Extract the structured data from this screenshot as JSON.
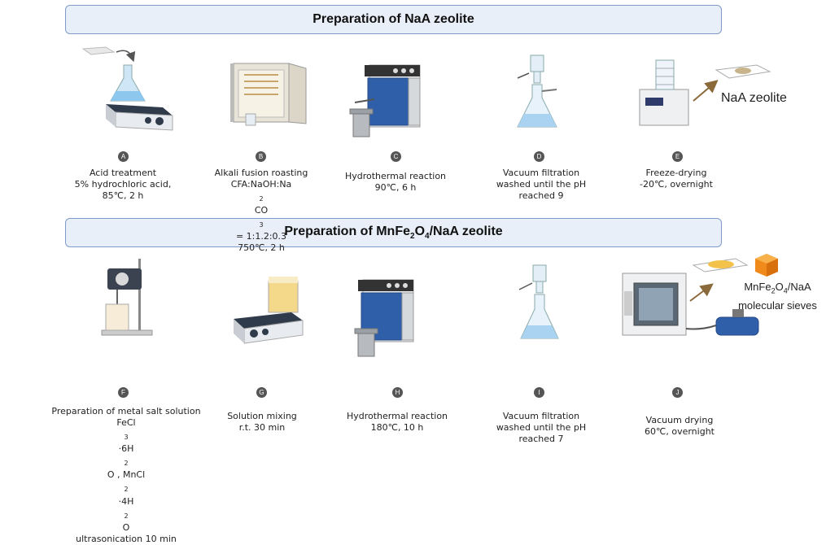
{
  "section1": {
    "title": "Preparation of NaA zeolite"
  },
  "section2": {
    "title_main": "Preparation of MnFe",
    "title_sub1": "2",
    "title_mid": "O",
    "title_sub2": "4",
    "title_end": "/NaA zeolite"
  },
  "steps": {
    "A": {
      "badge": "A",
      "line1": "Acid  treatment",
      "line2": "5% hydrochloric acid,",
      "line3": "85℃,  2 h"
    },
    "B": {
      "badge": "B",
      "line1": "Alkali fusion roasting",
      "line2a": "CFA:NaOH:Na",
      "line2sub": "2",
      "line2b": "CO",
      "line2sub2": "3",
      "line2c": " = 1:1.2:0.3",
      "line3": "750℃, 2 h"
    },
    "C": {
      "badge": "C",
      "line1": "Hydrothermal reaction",
      "line2": "90℃, 6 h"
    },
    "D": {
      "badge": "D",
      "line1": "Vacuum filtration",
      "line2": "washed until the pH",
      "line3": "reached 9"
    },
    "E": {
      "badge": "E",
      "line1": "Freeze-drying",
      "line2": "-20℃, overnight"
    },
    "F": {
      "badge": "F",
      "line1": "Preparation  of metal salt solution",
      "line2a": "FeCl",
      "line2s1": "3",
      "line2b": "·6H",
      "line2s2": "2",
      "line2c": "O , MnCl",
      "line2s3": "2",
      "line2d": "·4H",
      "line2s4": "2",
      "line2e": "O",
      "line3": "ultrasonication 10 min"
    },
    "G": {
      "badge": "G",
      "line1": "Solution mixing",
      "line2": "r.t. 30 min"
    },
    "H": {
      "badge": "H",
      "line1": "Hydrothermal reaction",
      "line2": "180℃, 10 h"
    },
    "I": {
      "badge": "I",
      "line1": "Vacuum filtration",
      "line2": "washed until the pH",
      "line3": "reached 7"
    },
    "J": {
      "badge": "J",
      "line1": "Vacuum drying",
      "line2": "60℃, overnight"
    }
  },
  "products": {
    "p1": "NaA zeolite",
    "p2a": "MnFe",
    "p2s1": "2",
    "p2b": "O",
    "p2s2": "4",
    "p2c": "/NaA",
    "p2line2": "molecular sieves"
  },
  "colors": {
    "banner_fill": "#e9eff9",
    "banner_border": "#7f9bc9",
    "oven_blue": "#2f5fa8",
    "badge": "#555555"
  }
}
